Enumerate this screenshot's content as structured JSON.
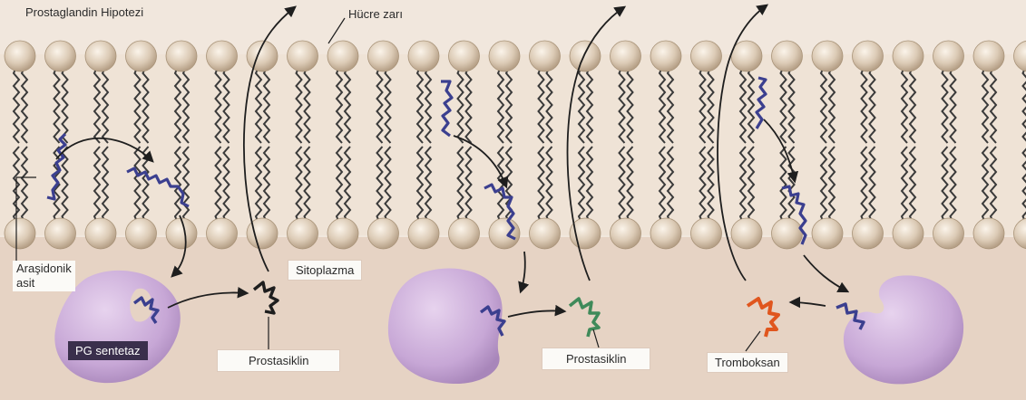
{
  "labels": {
    "title": "Prostaglandin Hipotezi",
    "membrane": "Hücre zarı",
    "arachidonic_acid_line1": "Araşidonik",
    "arachidonic_acid_line2": "asit",
    "cytoplasm": "Sitoplazma",
    "enzyme": "PG sentetaz",
    "prostacyclin_1": "Prostasiklin",
    "prostacyclin_2": "Prostasiklin",
    "thromboxane": "Tromboksan"
  },
  "colors": {
    "background": "#f1e7dd",
    "cytoplasm_band": "#e6d3c4",
    "phospholipid_head": "#d9c8b3",
    "lipid_tail": "#3a3a3a",
    "arachidonic_acid": "#3b3f8f",
    "enzyme": "#c8a8d6",
    "prostacyclin_2": "#3f8a5a",
    "thromboxane": "#e0561e",
    "arrow": "#1e1e1e"
  },
  "icons": {
    "phospholipid": "phospholipid-head-with-tails",
    "enzyme": "enzyme-blob",
    "molecule": "zigzag-molecule"
  }
}
